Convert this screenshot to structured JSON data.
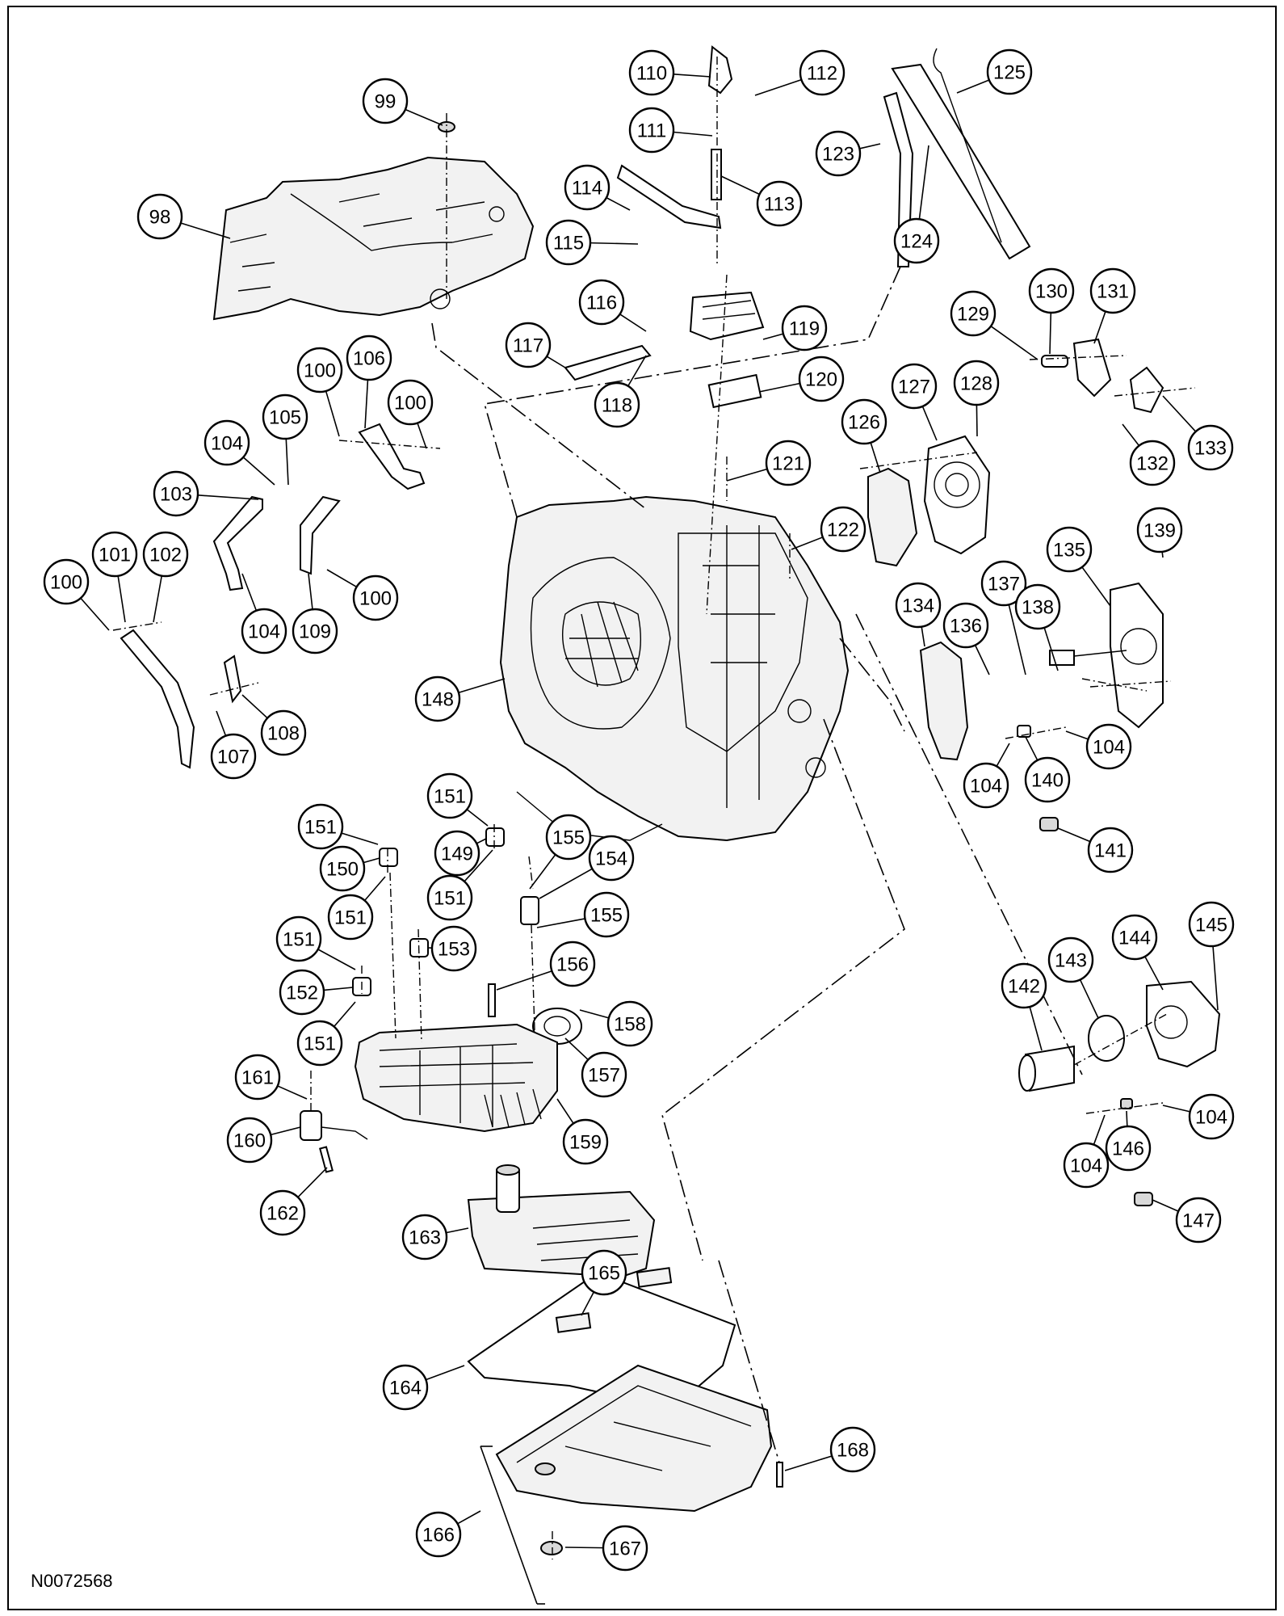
{
  "figure_id": "N0072568",
  "callouts": [
    {
      "id": "c98",
      "label": "98"
    },
    {
      "id": "c99",
      "label": "99"
    },
    {
      "id": "c100a",
      "label": "100"
    },
    {
      "id": "c100b",
      "label": "100"
    },
    {
      "id": "c100c",
      "label": "100"
    },
    {
      "id": "c100d",
      "label": "100"
    },
    {
      "id": "c101",
      "label": "101"
    },
    {
      "id": "c102",
      "label": "102"
    },
    {
      "id": "c103",
      "label": "103"
    },
    {
      "id": "c104a",
      "label": "104"
    },
    {
      "id": "c104b",
      "label": "104"
    },
    {
      "id": "c104c",
      "label": "104"
    },
    {
      "id": "c104d",
      "label": "104"
    },
    {
      "id": "c104e",
      "label": "104"
    },
    {
      "id": "c104f",
      "label": "104"
    },
    {
      "id": "c105",
      "label": "105"
    },
    {
      "id": "c106",
      "label": "106"
    },
    {
      "id": "c107",
      "label": "107"
    },
    {
      "id": "c108",
      "label": "108"
    },
    {
      "id": "c109",
      "label": "109"
    },
    {
      "id": "c110",
      "label": "110"
    },
    {
      "id": "c111",
      "label": "111"
    },
    {
      "id": "c112",
      "label": "112"
    },
    {
      "id": "c113",
      "label": "113"
    },
    {
      "id": "c114",
      "label": "114"
    },
    {
      "id": "c115",
      "label": "115"
    },
    {
      "id": "c116",
      "label": "116"
    },
    {
      "id": "c117",
      "label": "117"
    },
    {
      "id": "c118",
      "label": "118"
    },
    {
      "id": "c119",
      "label": "119"
    },
    {
      "id": "c120",
      "label": "120"
    },
    {
      "id": "c121",
      "label": "121"
    },
    {
      "id": "c122",
      "label": "122"
    },
    {
      "id": "c123",
      "label": "123"
    },
    {
      "id": "c124",
      "label": "124"
    },
    {
      "id": "c125",
      "label": "125"
    },
    {
      "id": "c126",
      "label": "126"
    },
    {
      "id": "c127",
      "label": "127"
    },
    {
      "id": "c128",
      "label": "128"
    },
    {
      "id": "c129",
      "label": "129"
    },
    {
      "id": "c130",
      "label": "130"
    },
    {
      "id": "c131",
      "label": "131"
    },
    {
      "id": "c132",
      "label": "132"
    },
    {
      "id": "c133",
      "label": "133"
    },
    {
      "id": "c134",
      "label": "134"
    },
    {
      "id": "c135",
      "label": "135"
    },
    {
      "id": "c136",
      "label": "136"
    },
    {
      "id": "c137",
      "label": "137"
    },
    {
      "id": "c138",
      "label": "138"
    },
    {
      "id": "c139",
      "label": "139"
    },
    {
      "id": "c140",
      "label": "140"
    },
    {
      "id": "c141",
      "label": "141"
    },
    {
      "id": "c142",
      "label": "142"
    },
    {
      "id": "c143",
      "label": "143"
    },
    {
      "id": "c144",
      "label": "144"
    },
    {
      "id": "c145",
      "label": "145"
    },
    {
      "id": "c146",
      "label": "146"
    },
    {
      "id": "c147",
      "label": "147"
    },
    {
      "id": "c148",
      "label": "148"
    },
    {
      "id": "c149",
      "label": "149"
    },
    {
      "id": "c150",
      "label": "150"
    },
    {
      "id": "c151a",
      "label": "151"
    },
    {
      "id": "c151b",
      "label": "151"
    },
    {
      "id": "c151c",
      "label": "151"
    },
    {
      "id": "c151d",
      "label": "151"
    },
    {
      "id": "c151e",
      "label": "151"
    },
    {
      "id": "c151f",
      "label": "151"
    },
    {
      "id": "c152",
      "label": "152"
    },
    {
      "id": "c153",
      "label": "153"
    },
    {
      "id": "c154",
      "label": "154"
    },
    {
      "id": "c155a",
      "label": "155"
    },
    {
      "id": "c155b",
      "label": "155"
    },
    {
      "id": "c156",
      "label": "156"
    },
    {
      "id": "c157",
      "label": "157"
    },
    {
      "id": "c158",
      "label": "158"
    },
    {
      "id": "c159",
      "label": "159"
    },
    {
      "id": "c160",
      "label": "160"
    },
    {
      "id": "c161",
      "label": "161"
    },
    {
      "id": "c162",
      "label": "162"
    },
    {
      "id": "c163",
      "label": "163"
    },
    {
      "id": "c164",
      "label": "164"
    },
    {
      "id": "c165",
      "label": "165"
    },
    {
      "id": "c166",
      "label": "166"
    },
    {
      "id": "c167",
      "label": "167"
    },
    {
      "id": "c168",
      "label": "168"
    }
  ]
}
